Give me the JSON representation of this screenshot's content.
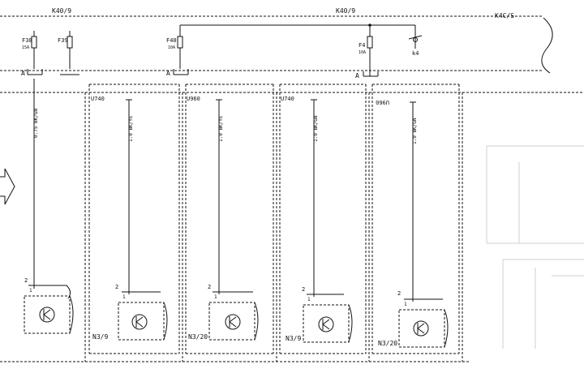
{
  "bus": {
    "top_left_label": "K40/9",
    "top_mid_label": "K40/9",
    "top_right_label": "K4C/S"
  },
  "fuses": [
    {
      "name": "F38",
      "rating": "15A"
    },
    {
      "name": "F39",
      "rating": ""
    },
    {
      "name": "F40",
      "rating": "10A"
    },
    {
      "name": "F4",
      "rating": "10A"
    }
  ],
  "relay": {
    "label": "k4"
  },
  "connectors": {
    "fuse_block_1": "A",
    "fuse_block_2": "A",
    "fuse_block_3": "A"
  },
  "wires": [
    {
      "label": "0.75 BK/GN"
    },
    {
      "label": "1.0 BK/YE"
    },
    {
      "label": "1.0 BK/YE"
    },
    {
      "label": "1.0 BK/GN"
    },
    {
      "label": "1.0 BK/GN"
    }
  ],
  "splices": [
    "U740",
    "U960",
    "U740",
    "U960"
  ],
  "components": [
    {
      "pin_top": "2",
      "pin_mid": "1",
      "label": ""
    },
    {
      "pin_top": "2",
      "pin_mid": "1",
      "label": "N3/9"
    },
    {
      "pin_top": "2",
      "pin_mid": "1",
      "label": "N3/20"
    },
    {
      "pin_top": "2",
      "pin_mid": "1",
      "label": "N3/9"
    },
    {
      "pin_top": "2",
      "pin_mid": "1",
      "label": "N3/20"
    }
  ]
}
